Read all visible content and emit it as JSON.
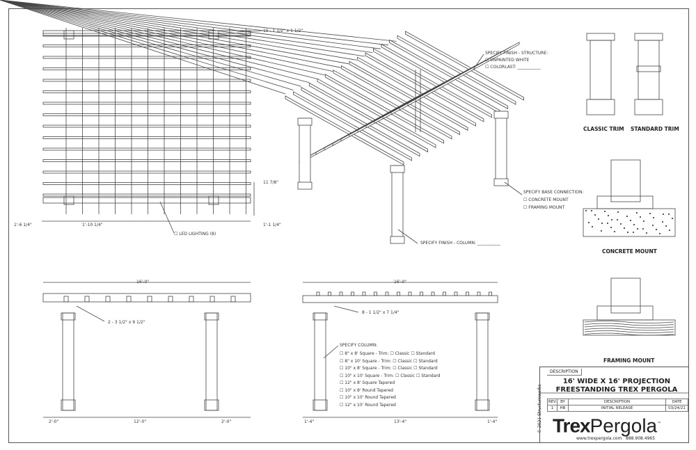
{
  "plan": {
    "rafter_label": "15 - 1 1/2\" x 1 1/2\"",
    "dim_left": "1'-6 1/4\"",
    "dim_center": "1'-10 1/4\"",
    "dim_right_top": "11 7/8\"",
    "dim_right_bottom": "1'-1 1/4\"",
    "led_label": "☐ LED LIGHTING (8)"
  },
  "iso": {
    "finish_structure": "SPECIFY FINISH - STRUCTURE:",
    "opt_white": "☐ UNPAINTED WHITE",
    "opt_colorlast": "☐ COLORLAST: ___________",
    "base_title": "SPECIFY BASE CONNECTION:",
    "opt_concrete": "☐ CONCRETE MOUNT",
    "opt_framing": "☐ FRAMING MOUNT",
    "finish_column": "SPECIFY FINISH - COLUMN: ___________"
  },
  "trim": {
    "classic": "CLASSIC TRIM",
    "standard": "STANDARD TRIM"
  },
  "details": {
    "concrete": "CONCRETE MOUNT",
    "framing": "FRAMING MOUNT"
  },
  "front": {
    "overall": "16'-0\"",
    "beam_label": "2 - 3 1/2\" x 9 1/2\"",
    "dim_left": "2'-0\"",
    "dim_center": "12'-0\"",
    "dim_right": "2'-0\""
  },
  "side": {
    "overall": "16'-0\"",
    "rafter_label": "8 - 1 1/2\" x 7 1/4\"",
    "dim_left": "1'-4\"",
    "dim_center": "13'-4\"",
    "dim_right": "1'-4\"",
    "column_title": "SPECIFY COLUMN:",
    "column_options": [
      "☐ 8\" x 8' Square - Trim: ☐ Classic ☐ Standard",
      "☐ 8\" x 10' Square - Trim: ☐ Classic ☐ Standard",
      "☐ 10\" x 8' Square - Trim: ☐ Classic ☐ Standard",
      "☐ 10\" x 10' Square - Trim: ☐ Classic ☐ Standard",
      "☐ 12\" x 8' Square Tapered",
      "☐ 10\" x 8' Round Tapered",
      "☐ 10\" x 10' Round Tapered",
      "☐ 12\" x 10' Round Tapered"
    ]
  },
  "title_block": {
    "description_tab": "DESCRIPTION",
    "title_line1": "16' WIDE X 16' PROJECTION",
    "title_line2": "FREESTANDING TREX PERGOLA",
    "headers": [
      "REV",
      "BY",
      "DESCRIPTION",
      "DATE"
    ],
    "row": [
      "1",
      "HB",
      "INITIAL RELEASE",
      "03/24/21"
    ],
    "logo_trex": "Trex",
    "logo_pergola": "Pergola",
    "trademark": "™",
    "website": "www.trexpergola.com",
    "phone": "888.908.4965",
    "copyright": "© 2021 Structureworks"
  }
}
